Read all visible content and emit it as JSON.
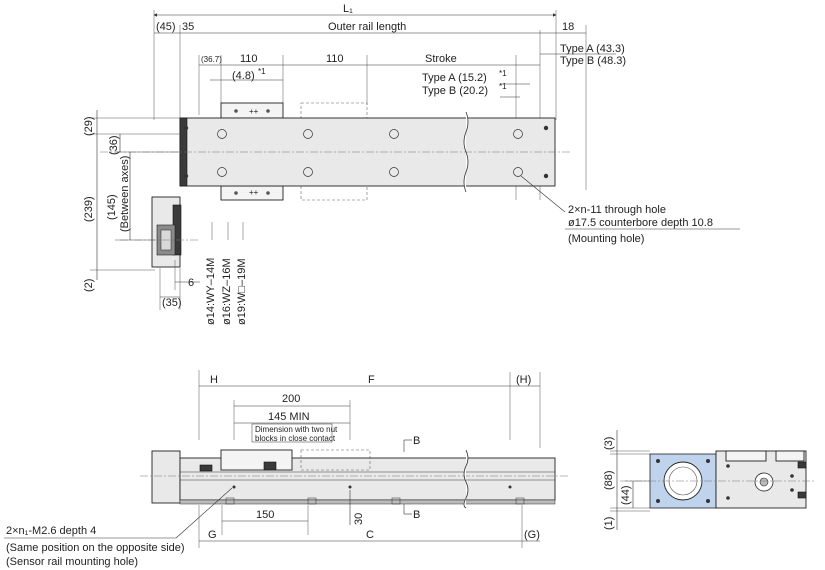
{
  "top_view": {
    "overall_length_label": "L₁",
    "dim_left_45": "(45)",
    "dim_35": "35",
    "outer_rail_length": "Outer rail length",
    "dim_18": "18",
    "type_a_433": "Type A (43.3)",
    "type_b_483": "Type B (48.3)",
    "dim_367": "(36.7)",
    "pitch_110_a": "110",
    "pitch_110_b": "110",
    "stroke": "Stroke",
    "dim_48": "(4.8)",
    "note_mark": "*1",
    "type_a_152": "Type A (15.2)",
    "type_b_202": "Type B (20.2)",
    "dim_29": "(29)",
    "dim_36": "(36)",
    "dim_145": "(145)",
    "between_axes": "(Between axes)",
    "dim_239": "(239)",
    "dim_2": "(2)",
    "dim_6": "6",
    "dim_35_bottom": "(35)",
    "motor_1": "ø14:WY–14M",
    "motor_2": "ø16:WZ–16M",
    "motor_3": "ø19:W□–19M",
    "hole_line1": "2×n-11 through hole",
    "hole_line2": "ø17.5 counterbore depth 10.8",
    "hole_line3": "(Mounting hole)"
  },
  "side_view": {
    "dim_h": "H",
    "dim_f": "F",
    "dim_h_paren": "(H)",
    "dim_200": "200",
    "dim_145min": "145 MIN",
    "note_line1": "Dimension with two nut",
    "note_line2": "blocks in close contact",
    "section_b_top": "B",
    "section_b_bottom": "B",
    "dim_30": "30",
    "dim_150": "150",
    "dim_g": "G",
    "dim_c": "C",
    "dim_g_paren": "(G)",
    "tap_line1": "2×n₁-M2.6 depth 4",
    "tap_line2": "(Same position on the opposite side)",
    "tap_line3": "(Sensor rail mounting hole)"
  },
  "end_view": {
    "dim_3": "(3)",
    "dim_88": "(88)",
    "dim_44": "(44)",
    "dim_1": "(1)"
  }
}
